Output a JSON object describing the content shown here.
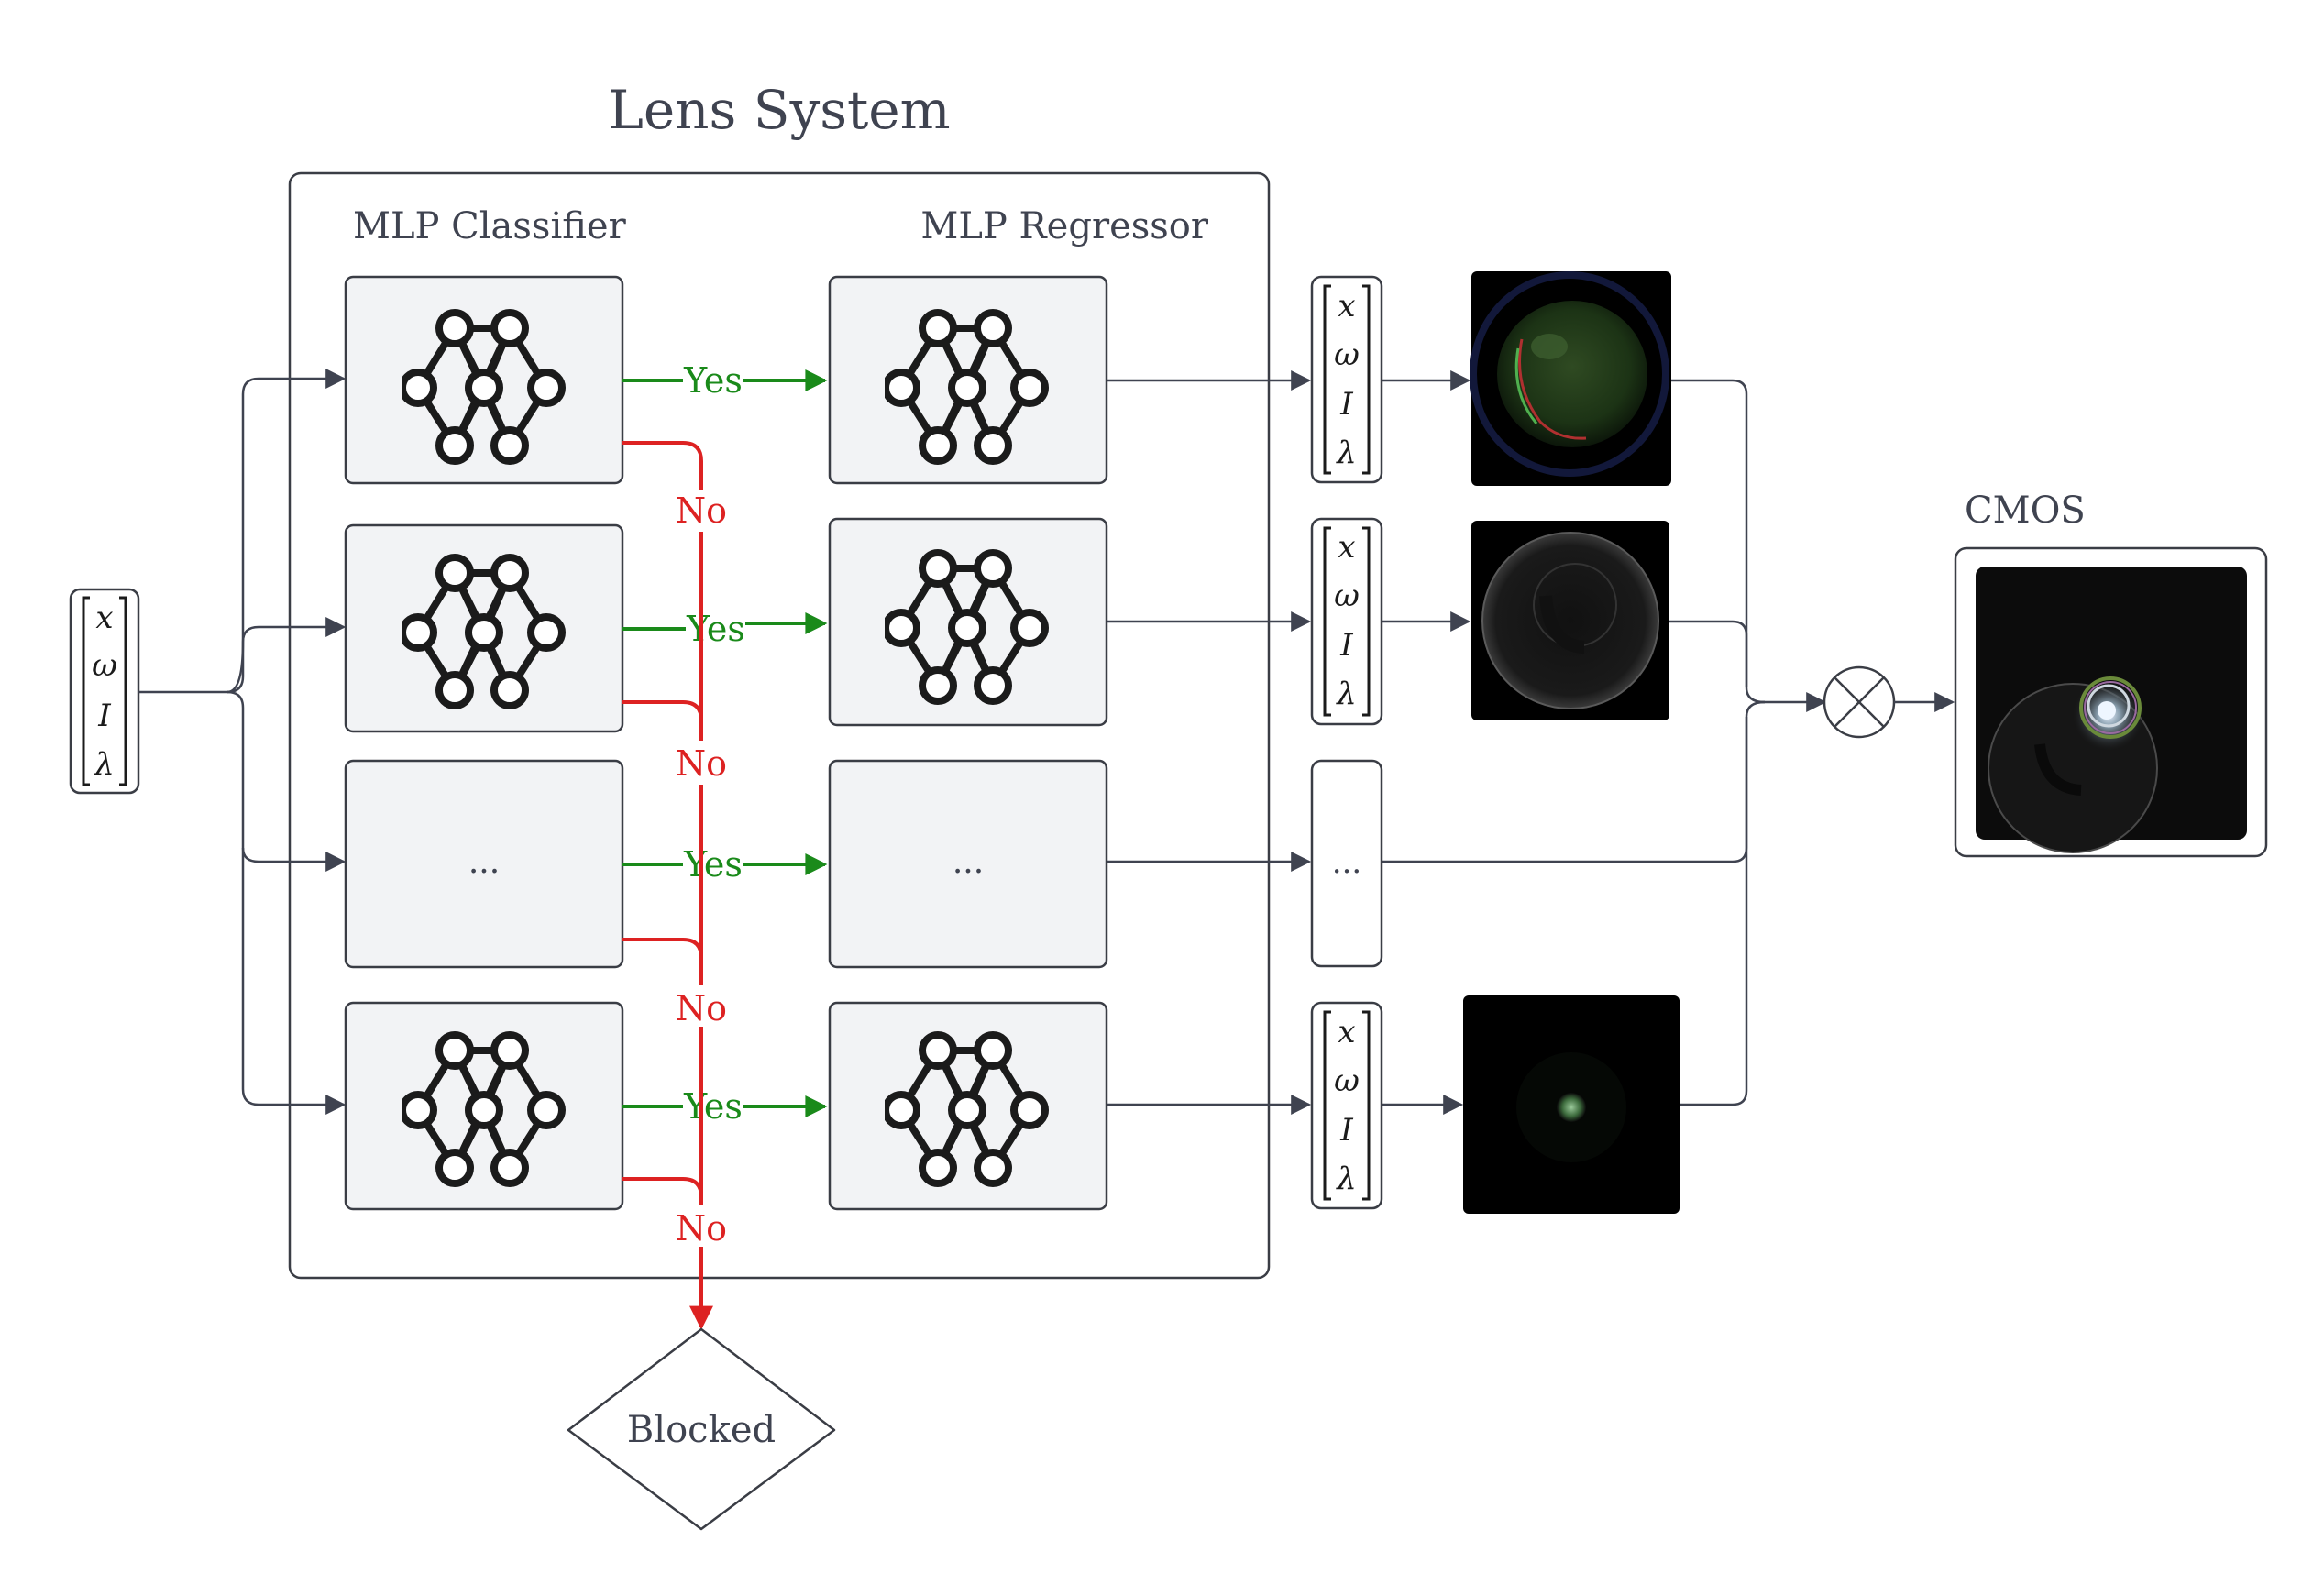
{
  "title": "Lens System",
  "labels": {
    "classifier": "MLP Classifier",
    "regressor": "MLP Regressor",
    "cmos": "CMOS",
    "blocked": "Blocked",
    "ellipsis": "...",
    "yes": "Yes",
    "no": "No"
  },
  "vector": [
    "x",
    "ω",
    "I",
    "λ"
  ],
  "colors": {
    "ink": "#3f4350",
    "yes": "#1a8a1a",
    "no": "#dd2222",
    "panel": "#f2f3f5",
    "border": "#3a3d45"
  },
  "rows": [
    {
      "type": "network",
      "flare": "green-ellipse"
    },
    {
      "type": "network",
      "flare": "grey-ring"
    },
    {
      "type": "ellipsis"
    },
    {
      "type": "network",
      "flare": "small-dot"
    }
  ],
  "icons": [
    "neural-network-icon",
    "multiply-circle-icon"
  ]
}
